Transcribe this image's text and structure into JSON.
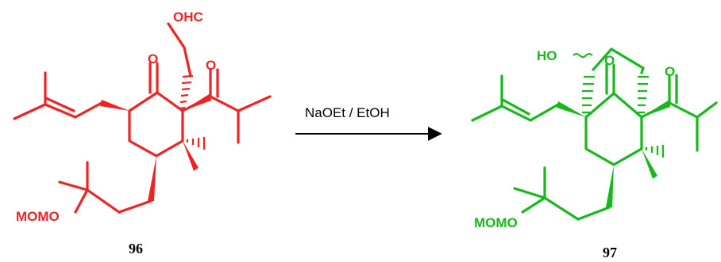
{
  "reaction": {
    "reagent": "NaOEt / EtOH",
    "arrow_color": "#000000"
  },
  "reactant": {
    "label": "96",
    "color": "#ee2424",
    "atoms": {
      "aldehyde": "OHC",
      "ketone_o1": "O",
      "ketone_o2": "O",
      "ether": "MOMO"
    }
  },
  "product": {
    "label": "97",
    "color": "#17b81a",
    "atoms": {
      "hydroxyl": "HO",
      "ketone_o1": "O",
      "ketone_o2": "O",
      "ether": "MOMO"
    }
  }
}
